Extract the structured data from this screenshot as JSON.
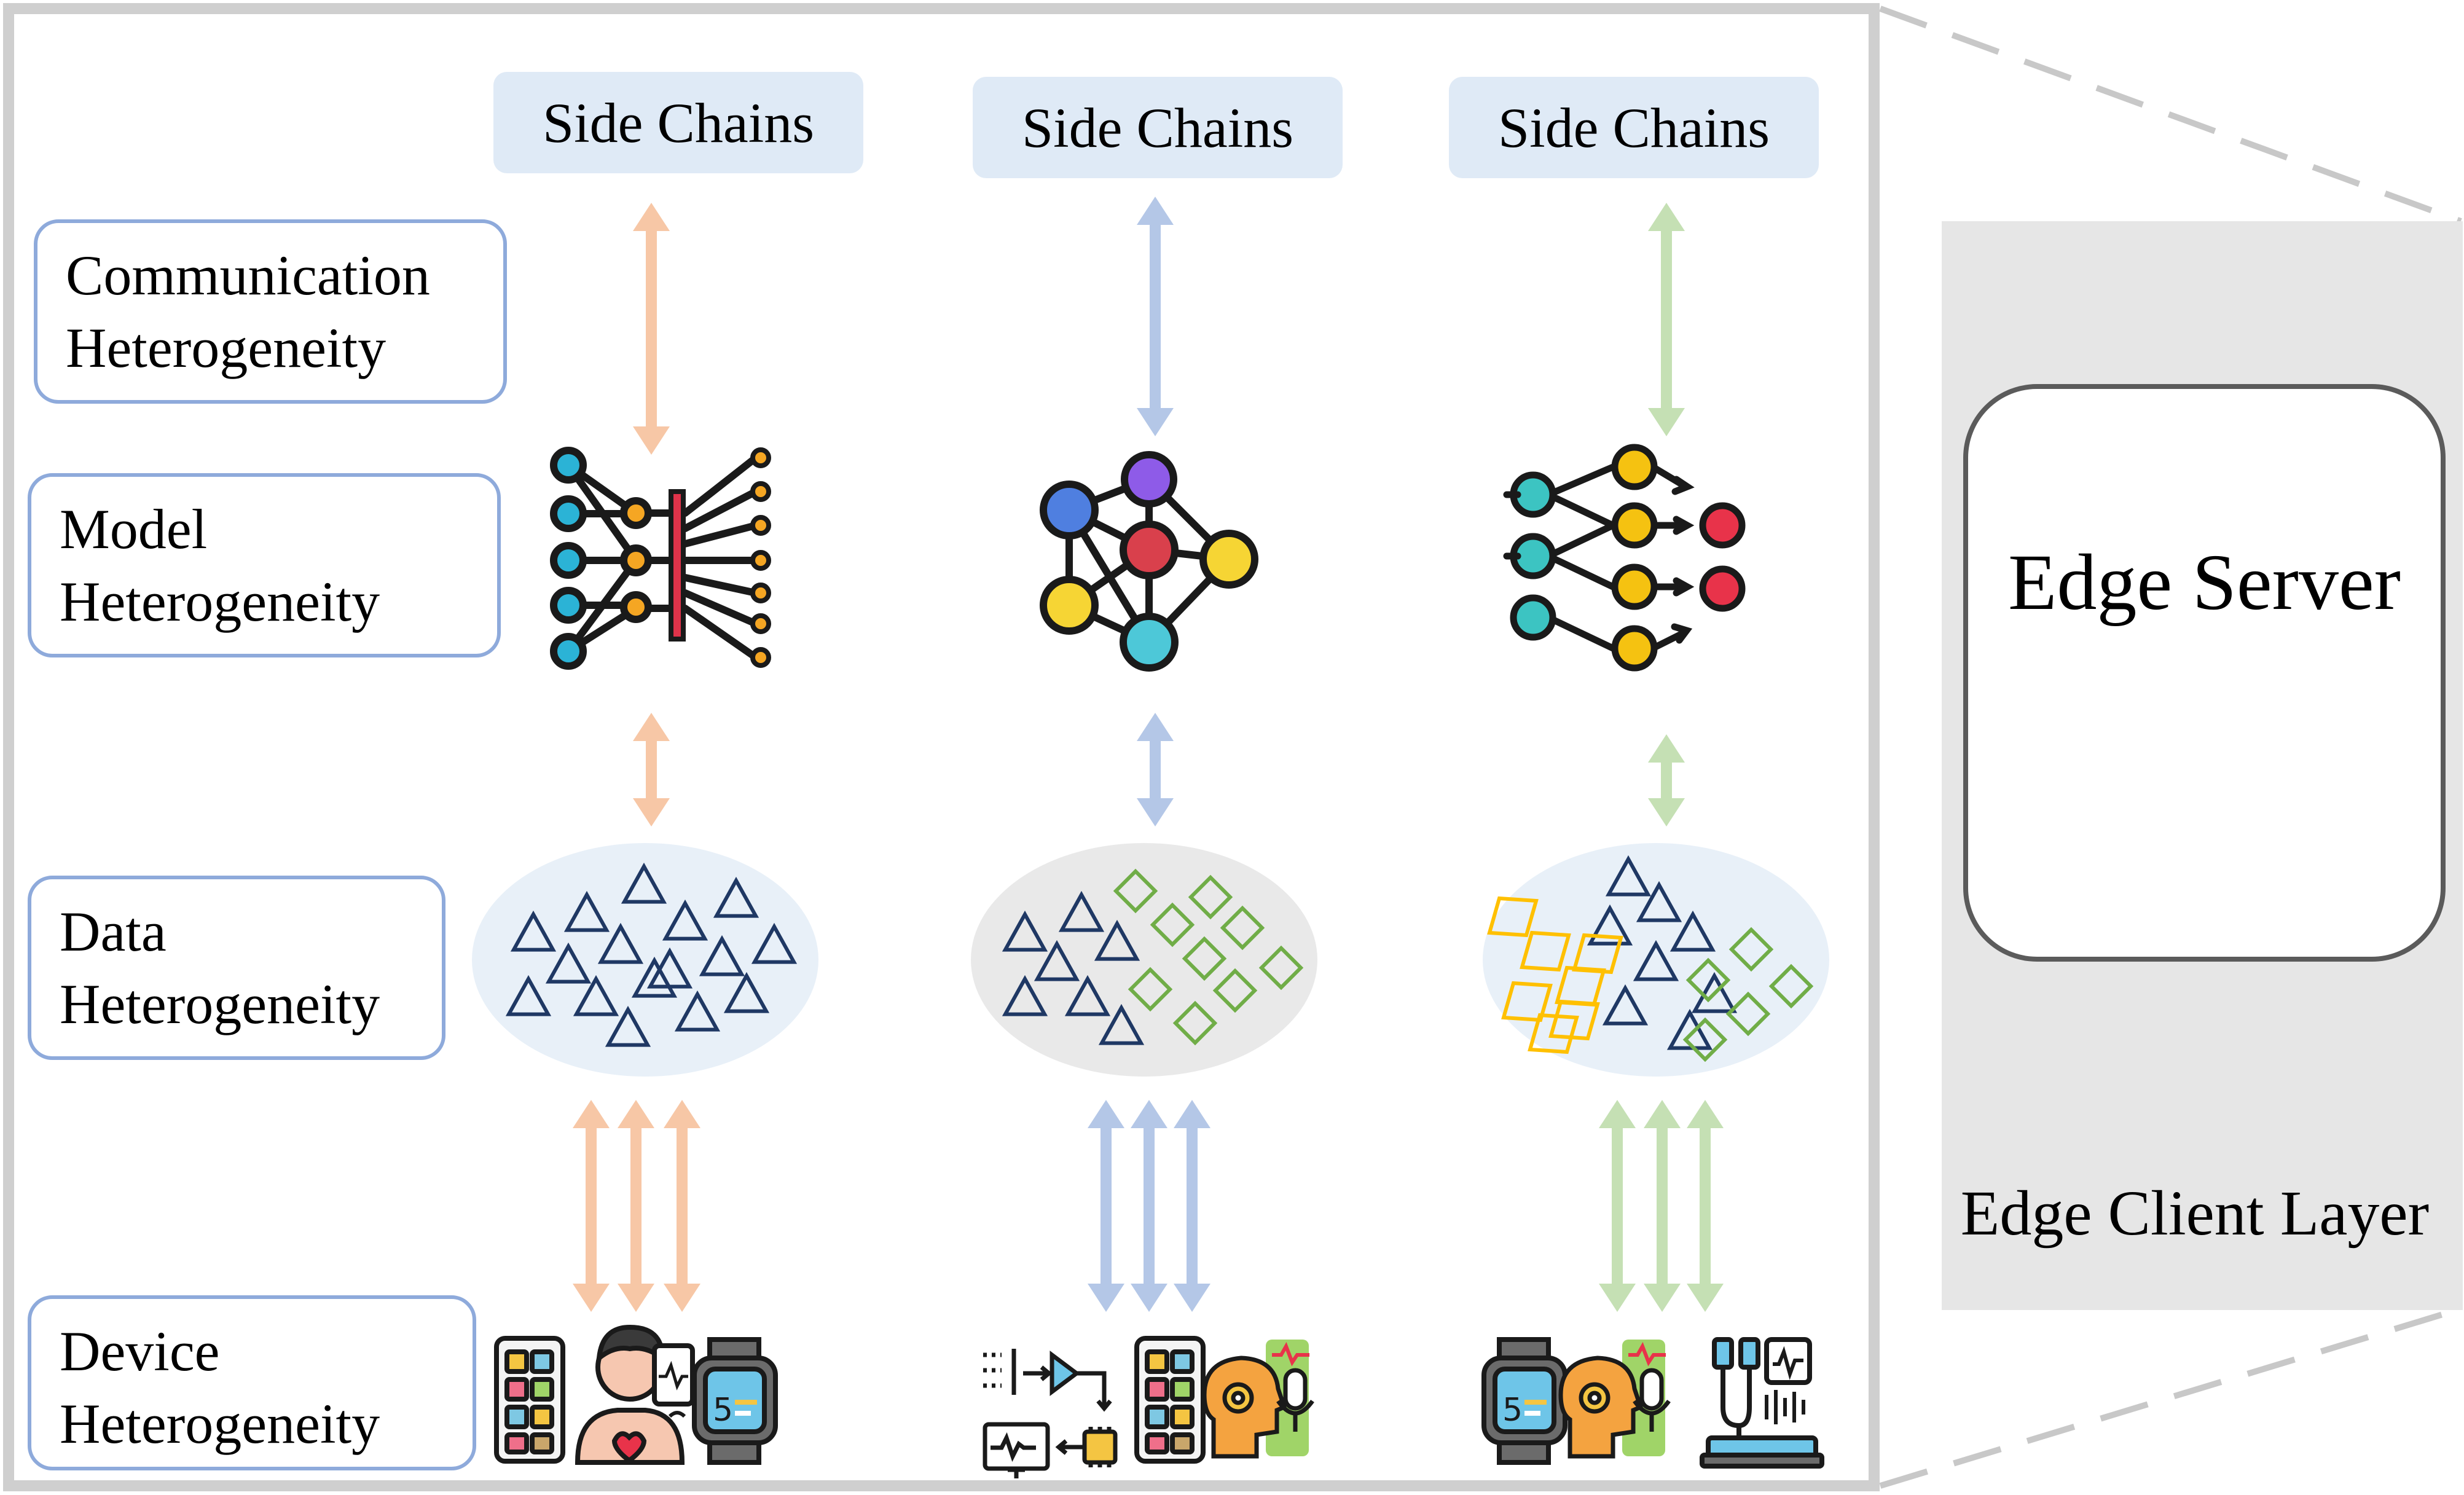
{
  "labels": {
    "communication": [
      "Communication",
      "Heterogeneity"
    ],
    "model": [
      "Model",
      "Heterogeneity"
    ],
    "data": [
      "Data",
      "Heterogeneity"
    ],
    "device": [
      "Device",
      "Heterogeneity"
    ]
  },
  "columns": [
    {
      "side_chain": "Side Chains",
      "arrow_color": "#f7c7a6"
    },
    {
      "side_chain": "Side Chains",
      "arrow_color": "#b4c7e7"
    },
    {
      "side_chain": "Side Chains",
      "arrow_color": "#c5e0b4"
    }
  ],
  "server": {
    "title": "Edge Server"
  },
  "layer_label": "Edge Client Layer",
  "colors": {
    "frame": "#cfcfcf",
    "label_border": "#8eaadb",
    "side_chain_bg": "#dfeaf6",
    "panel_bg": "#e6e6e6",
    "ellipse_blue": "#e8f0f8",
    "ellipse_grey": "#e9e9e9",
    "triangle": "#1f3864",
    "diamond_green": "#70ad47",
    "square_yellow": "#ffc000",
    "server_blue": "#1ea0e6"
  },
  "icons": [
    "neural-network-icon",
    "graph-network-icon",
    "layered-network-icon",
    "smartphone-icon",
    "patient-monitor-icon",
    "smartwatch-icon",
    "signal-circuit-icon",
    "ai-voice-icon",
    "signal-sensor-icon",
    "server-rack-icon"
  ]
}
